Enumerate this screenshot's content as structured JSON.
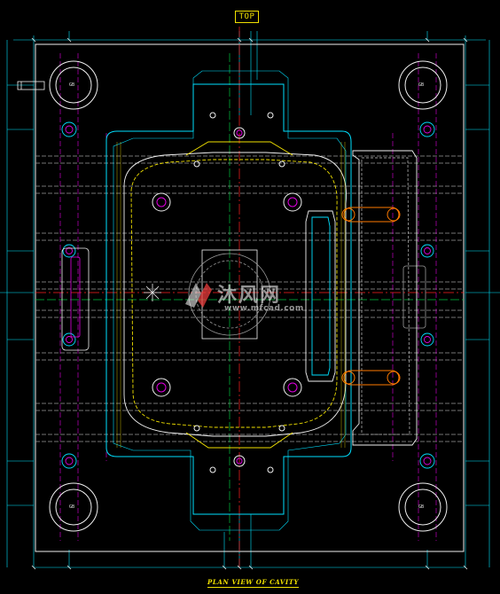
{
  "header": {
    "tag": "TOP"
  },
  "footer": {
    "caption": "PLAN VIEW OF CAVITY"
  },
  "watermark": {
    "main": "沐风网",
    "url": "www.mfcad.com"
  },
  "guide_bush_labels": {
    "top_left": "GB",
    "top_right": "GB",
    "bottom_left": "GB",
    "bottom_right": "GB"
  },
  "colors": {
    "background": "#000000",
    "outline": "#00e0ff",
    "plate": "#f0f0f0",
    "cooling": "#9a9a9a",
    "dimension": "#00e5ff",
    "magenta": "#e000e0",
    "green": "#00c040",
    "yellow": "#f0e000",
    "red": "#ff2020",
    "orange": "#ff7a00"
  }
}
